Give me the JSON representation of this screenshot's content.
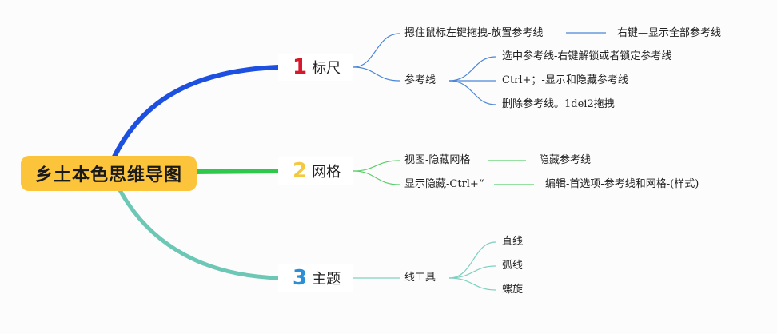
{
  "root": {
    "label": "乡土本色思维导图"
  },
  "branches": [
    {
      "num": "1",
      "label": "标尺",
      "color": "#1d4fe0",
      "numColor": "#d6192a",
      "child_color": "#4a86d8",
      "children": [
        {
          "label": "摁住鼠标左键拖拽-放置参考线",
          "children": [
            {
              "label": "右键—显示全部参考线"
            }
          ]
        },
        {
          "label": "参考线",
          "children": [
            {
              "label": "选中参考线-右键解锁或者锁定参考线"
            },
            {
              "label": "Ctrl+；-显示和隐藏参考线"
            },
            {
              "label": "删除参考线。1dei2拖拽"
            }
          ]
        }
      ]
    },
    {
      "num": "2",
      "label": "网格",
      "color": "#2ec84a",
      "numColor": "#f5c842",
      "child_color": "#5ccf6c",
      "children": [
        {
          "label": "视图-隐藏网格",
          "children": [
            {
              "label": "隐藏参考线"
            }
          ]
        },
        {
          "label": "显示隐藏-Ctrl+“",
          "children": [
            {
              "label": "编辑-首选项-参考线和网格-(样式)"
            }
          ]
        }
      ]
    },
    {
      "num": "3",
      "label": "主题",
      "color": "#6cc7b5",
      "numColor": "#2a8fd6",
      "child_color": "#7ed1c0",
      "children": [
        {
          "label": "线工具",
          "children": [
            {
              "label": "直线"
            },
            {
              "label": "弧线"
            },
            {
              "label": "螺旋"
            }
          ]
        }
      ]
    }
  ]
}
